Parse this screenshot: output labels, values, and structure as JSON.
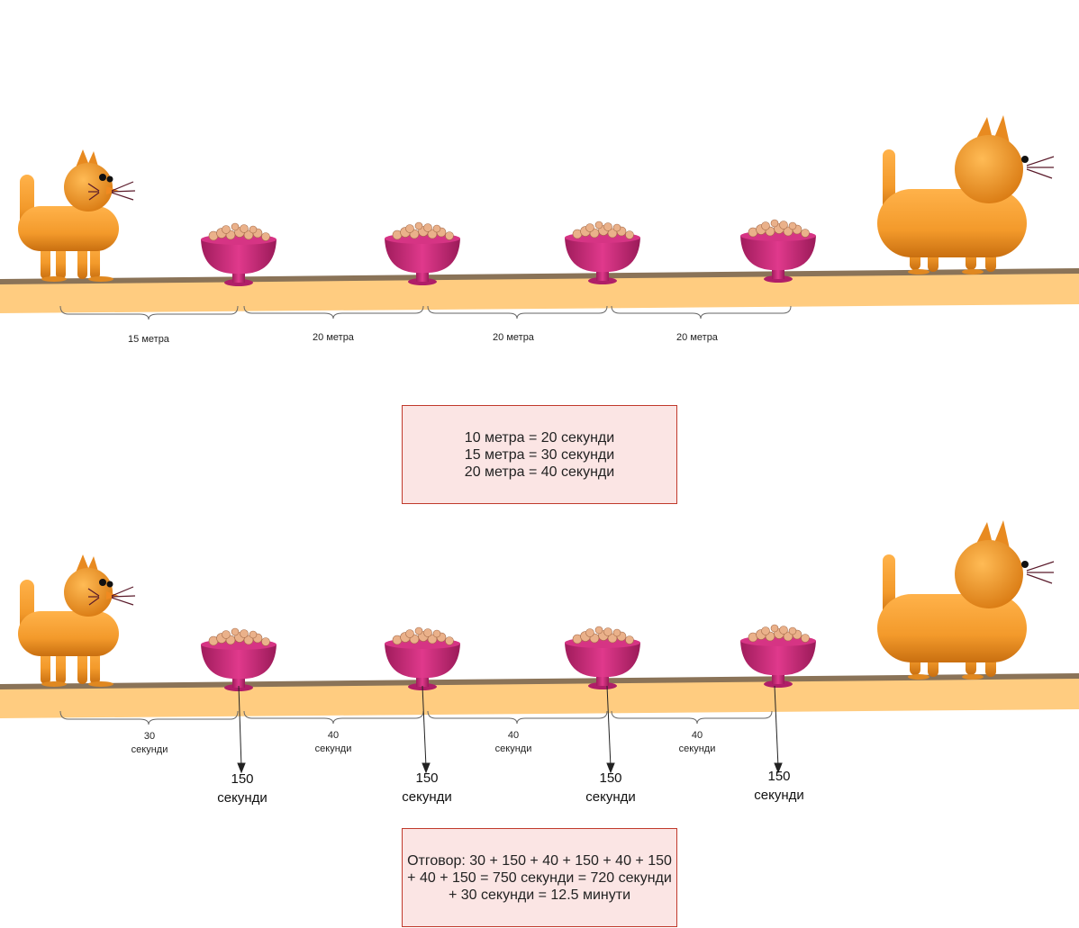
{
  "scene_top": {
    "distances": [
      "15 метра",
      "20 метра",
      "20 метра",
      "20 метра"
    ]
  },
  "rates": {
    "lines": [
      "10 метра = 20 секунди",
      "15 метра = 30 секунди",
      "20 метра = 40 секунди"
    ]
  },
  "scene_bottom": {
    "times": [
      {
        "value": "30",
        "unit": "секунди"
      },
      {
        "value": "40",
        "unit": "секунди"
      },
      {
        "value": "40",
        "unit": "секунди"
      },
      {
        "value": "40",
        "unit": "секунди"
      }
    ],
    "eating": [
      {
        "value": "150",
        "unit": "секунди"
      },
      {
        "value": "150",
        "unit": "секунди"
      },
      {
        "value": "150",
        "unit": "секунди"
      },
      {
        "value": "150",
        "unit": "секунди"
      }
    ]
  },
  "answer": {
    "lines": [
      "Отговор: 30 + 150 + 40 + 150 + 40 + 150",
      "+ 40 + 150 = 750 секунди = 720 секунди",
      "+ 30 секунди = 12.5 минути"
    ]
  },
  "colors": {
    "cat": "#f39a2b",
    "bowl": "#cc2a7a",
    "food": "#e9a979",
    "floor": "#ffcc80",
    "box_border": "#c0392b",
    "box_fill": "#fbe5e4"
  }
}
